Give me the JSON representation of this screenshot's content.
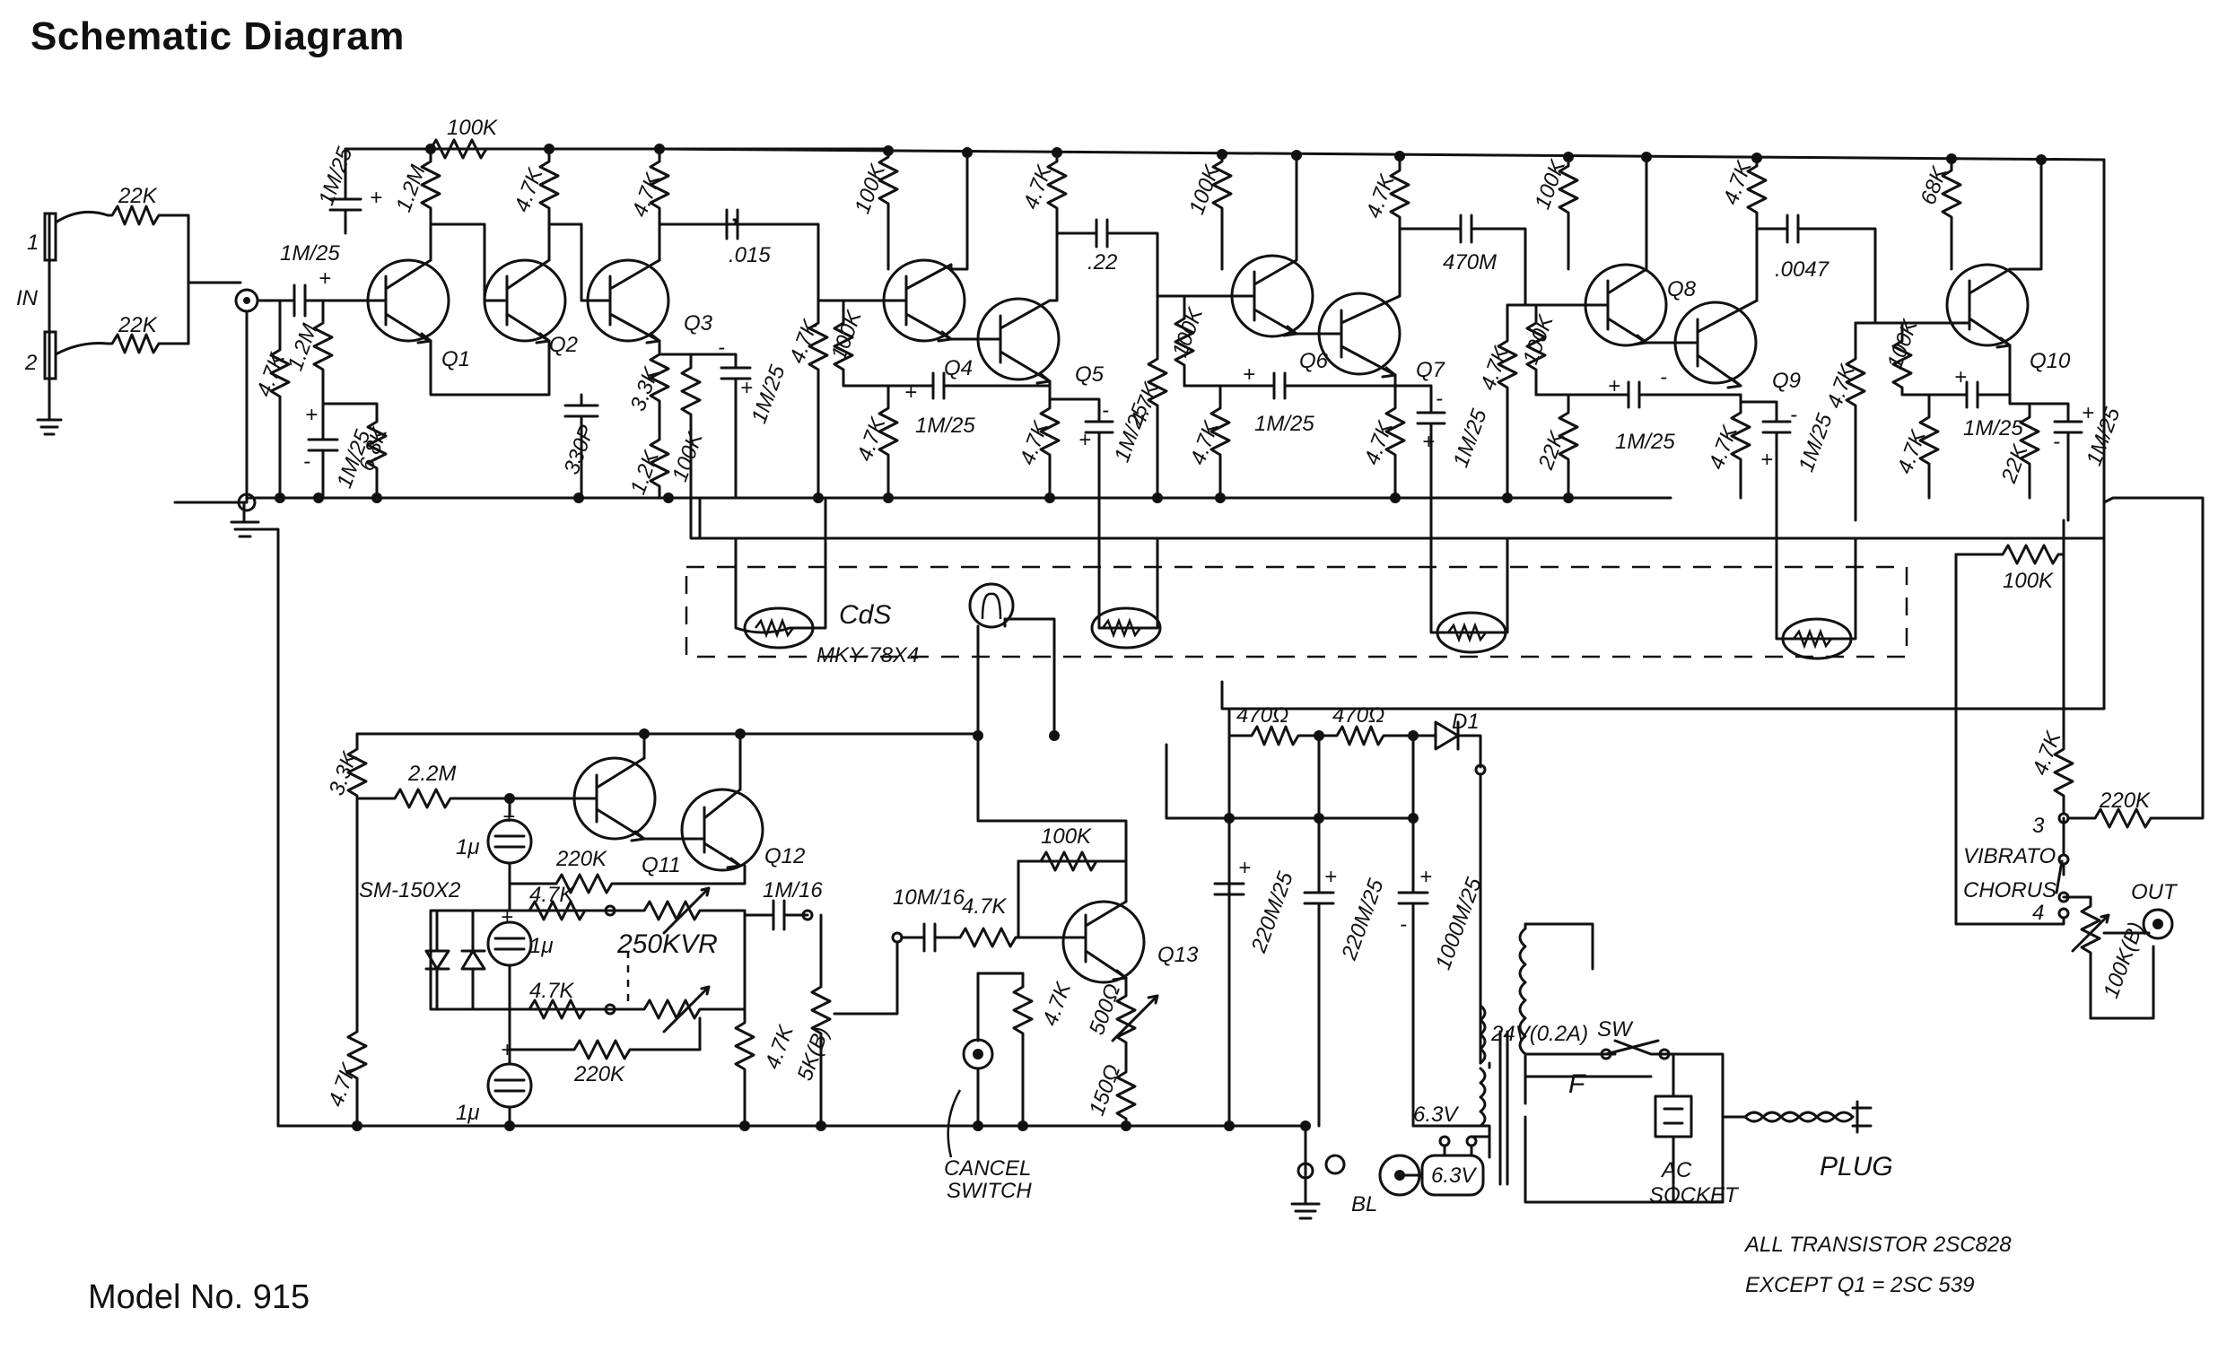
{
  "title": "Schematic Diagram",
  "model": "Model No. 915",
  "labels": {
    "in": "IN",
    "in1": "1",
    "in2": "2",
    "r22k_a": "22K",
    "r22k_b": "22K",
    "r100k_top": "100K",
    "c1m25_a": "1M/25",
    "c1m25_in": "1M/25",
    "r1_2m_a": "1.2M",
    "r1_2m_b": "1.2M",
    "r47k_a": "4.7K",
    "r47k_b": "4.7K",
    "r47k_c": "4.7K",
    "r68k": "6.8K",
    "c330p": "330P",
    "r33k": "3.3K",
    "r12k": "1.2K",
    "r100k_b": "100K",
    "q1": "Q1",
    "q2": "Q2",
    "q3": "Q3",
    "q4": "Q4",
    "q5": "Q5",
    "q6": "Q6",
    "q7": "Q7",
    "q8": "Q8",
    "q9": "Q9",
    "q10": "Q10",
    "q11": "Q11",
    "q12": "Q12",
    "q13": "Q13",
    "c015": ".015",
    "c22": ".22",
    "c470m": "470M",
    "c0047": ".0047",
    "r68k_b": "68K",
    "cds": "CdS",
    "mky": "MKY-78X4",
    "r100k_right": "100K",
    "r33k_b": "3.3K",
    "r22m": "2.2M",
    "c1u_a": "1μ",
    "c1u_b": "1μ",
    "c1u_c": "1μ",
    "r220k_a": "220K",
    "r220k_b": "220K",
    "sm150": "SM-150X2",
    "r47k_d": "4.7K",
    "r47k_e": "4.7K",
    "vr250k": "250KVR",
    "r47k_f": "4.7K",
    "c1m16_a": "1M/16",
    "c10m16": "10M/16",
    "r5k": "5K(B)",
    "r100k_q13": "100K",
    "r47k_q13": "4.7K",
    "r47k_q13b": "4.7K",
    "r500": "500Ω",
    "r150": "150Ω",
    "cancel": "CANCEL",
    "switch": "SWITCH",
    "r470a": "470Ω",
    "r470b": "470Ω",
    "d1": "D1",
    "c220m25a": "220M/25",
    "c220m25b": "220M/25",
    "c1000m25": "1000M/25",
    "v63a": "6.3V",
    "v63b": "6.3V",
    "v24": "24V(0.2A)",
    "sw": "SW",
    "f": "F",
    "bl": "BL",
    "ac": "AC",
    "socket": "SOCKET",
    "plug": "PLUG",
    "r47k_out": "4.7K",
    "r220k_out": "220K",
    "n3": "3",
    "vibrato": "VIBRATO",
    "chorus": "CHORUS",
    "n4": "4",
    "out": "OUT",
    "r100k_out": "100K(B)",
    "note1": "ALL TRANSISTOR 2SC828",
    "note2": "EXCEPT Q1 = 2SC 539"
  }
}
